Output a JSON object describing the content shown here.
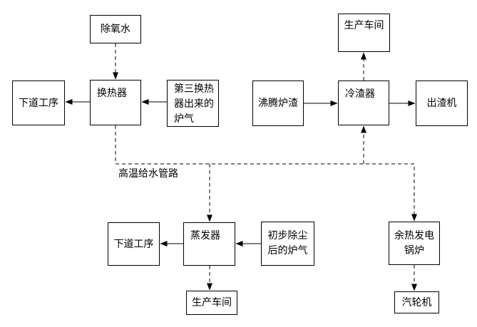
{
  "page": {
    "background_color": "#ffffff",
    "line_color": "#000000",
    "text_color": "#000000"
  },
  "nodes": {
    "deaerated_water": {
      "label": "除氧水"
    },
    "next_process_top": {
      "label": "下道工序"
    },
    "heat_exchanger": {
      "label": "换热器"
    },
    "third_exchanger_gas": {
      "label": "第三换热器出来的炉气",
      "lines": [
        "第三换热",
        "器出来的",
        "炉气"
      ]
    },
    "boiling_slag": {
      "label": "沸腾炉渣"
    },
    "slag_cooler": {
      "label": "冷渣器"
    },
    "slag_discharger": {
      "label": "出渣机"
    },
    "workshop_top": {
      "label": "生产车间"
    },
    "next_process_bottom": {
      "label": "下道工序"
    },
    "evaporator": {
      "label": "蒸发器"
    },
    "dedusted_gas": {
      "label": "初步除尘后的炉气",
      "lines": [
        "初步除尘",
        "后的炉气"
      ]
    },
    "workshop_bottom": {
      "label": "生产车间"
    },
    "waste_heat_boiler": {
      "label": "余热发电锅炉",
      "lines": [
        "余热发电",
        "锅炉"
      ]
    },
    "steam_turbine": {
      "label": "汽轮机"
    }
  },
  "labels": {
    "pipe": "高温给水管路"
  },
  "connections": {
    "solid": [
      "换热器→下道工序(上)",
      "第三换热器出来的炉气→换热器",
      "沸腾炉渣→冷渣器",
      "冷渣器→出渣机",
      "蒸发器→下道工序(下)",
      "初步除尘后的炉气→蒸发器"
    ],
    "dashed": [
      "除氧水→换热器",
      "冷渣器→生产车间(上)",
      "换热器→高温给水管路→余热发电锅炉",
      "高温给水管路→蒸发器",
      "高温给水管路→冷渣器",
      "蒸发器→生产车间(下)",
      "余热发电锅炉→汽轮机"
    ]
  }
}
